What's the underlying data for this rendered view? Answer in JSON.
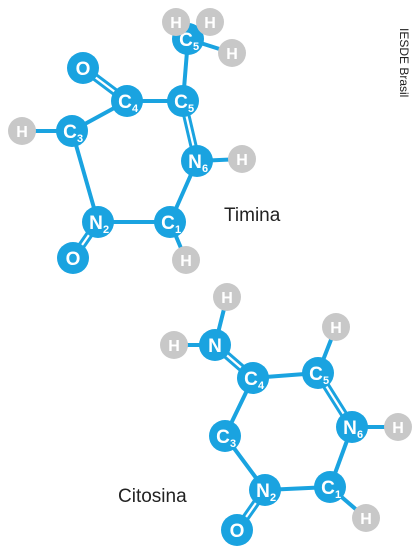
{
  "colors": {
    "heavy_atom": "#1aa3e0",
    "hydrogen": "#c8c8c8",
    "bond": "#1aa3e0",
    "text": "#222222"
  },
  "credit": "IESDE Brasil",
  "molecules": [
    {
      "name": "Timina",
      "atoms": [
        {
          "id": "O_top",
          "symbol": "O",
          "index": ""
        },
        {
          "id": "C4",
          "symbol": "C",
          "index": "4"
        },
        {
          "id": "C5",
          "symbol": "C",
          "index": "5"
        },
        {
          "id": "C5m",
          "symbol": "C",
          "index": "5"
        },
        {
          "id": "H_m1",
          "symbol": "H",
          "index": ""
        },
        {
          "id": "H_m2",
          "symbol": "H",
          "index": ""
        },
        {
          "id": "H_m3",
          "symbol": "H",
          "index": ""
        },
        {
          "id": "C3",
          "symbol": "C",
          "index": "3"
        },
        {
          "id": "H_c3",
          "symbol": "H",
          "index": ""
        },
        {
          "id": "N6",
          "symbol": "N",
          "index": "6"
        },
        {
          "id": "H_n6",
          "symbol": "H",
          "index": ""
        },
        {
          "id": "N2",
          "symbol": "N",
          "index": "2"
        },
        {
          "id": "O_bot",
          "symbol": "O",
          "index": ""
        },
        {
          "id": "C1",
          "symbol": "C",
          "index": "1"
        },
        {
          "id": "H_c1",
          "symbol": "H",
          "index": ""
        }
      ]
    },
    {
      "name": "Citosina",
      "atoms": [
        {
          "id": "H_nt",
          "symbol": "H",
          "index": ""
        },
        {
          "id": "H_nl",
          "symbol": "H",
          "index": ""
        },
        {
          "id": "N_am",
          "symbol": "N",
          "index": ""
        },
        {
          "id": "C4",
          "symbol": "C",
          "index": "4"
        },
        {
          "id": "H_c5",
          "symbol": "H",
          "index": ""
        },
        {
          "id": "C5",
          "symbol": "C",
          "index": "5"
        },
        {
          "id": "C3",
          "symbol": "C",
          "index": "3"
        },
        {
          "id": "N6",
          "symbol": "N",
          "index": "6"
        },
        {
          "id": "H_n6",
          "symbol": "H",
          "index": ""
        },
        {
          "id": "N2",
          "symbol": "N",
          "index": "2"
        },
        {
          "id": "C1",
          "symbol": "C",
          "index": "1"
        },
        {
          "id": "H_c1",
          "symbol": "H",
          "index": ""
        },
        {
          "id": "O",
          "symbol": "O",
          "index": ""
        }
      ]
    }
  ]
}
